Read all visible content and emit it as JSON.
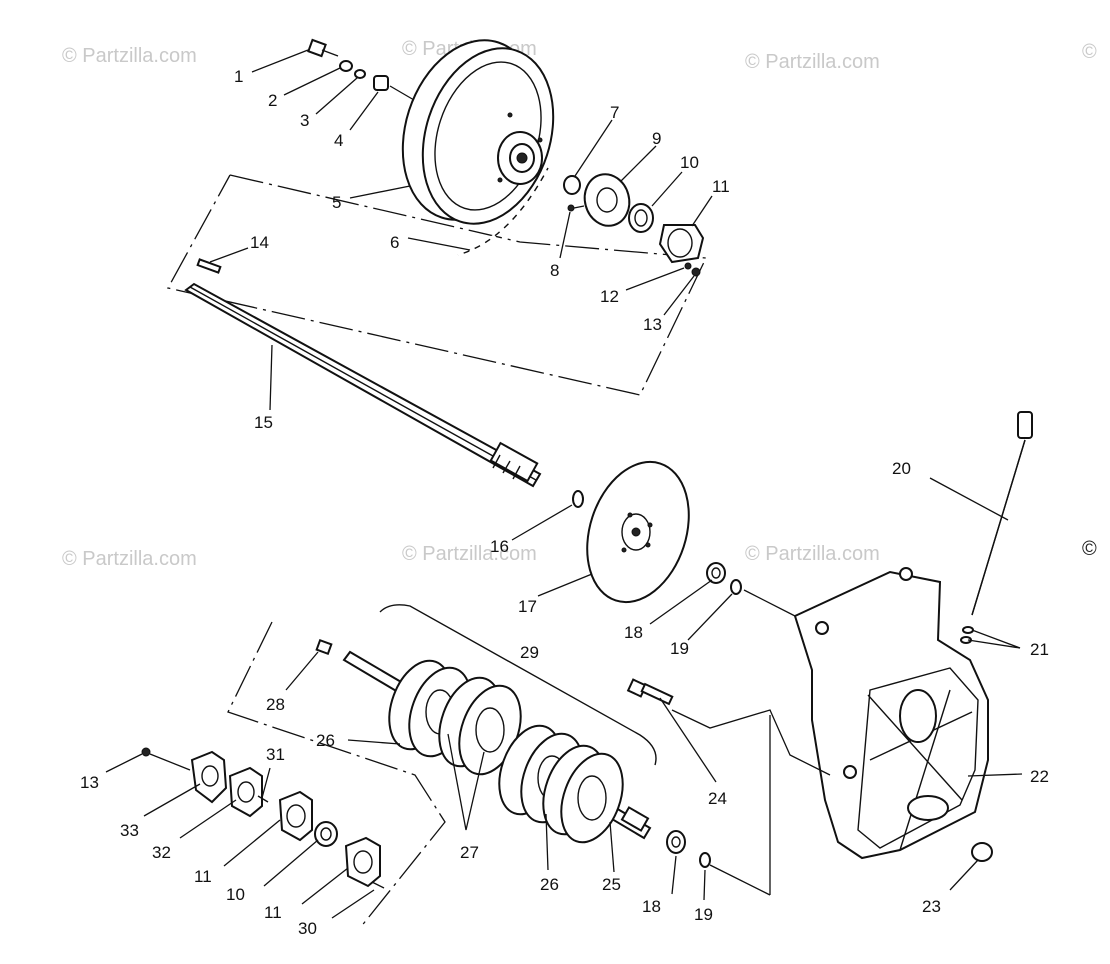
{
  "watermark": "© Partzilla.com",
  "watermark_partial": "©",
  "callouts": [
    "1",
    "2",
    "3",
    "4",
    "5",
    "6",
    "7",
    "8",
    "9",
    "10",
    "11",
    "12",
    "13",
    "14",
    "15",
    "16",
    "17",
    "18",
    "19",
    "20",
    "21",
    "22",
    "23",
    "24",
    "25",
    "26",
    "26",
    "27",
    "28",
    "29",
    "30",
    "31",
    "32",
    "33",
    "13",
    "11",
    "10",
    "11",
    "18",
    "19"
  ]
}
